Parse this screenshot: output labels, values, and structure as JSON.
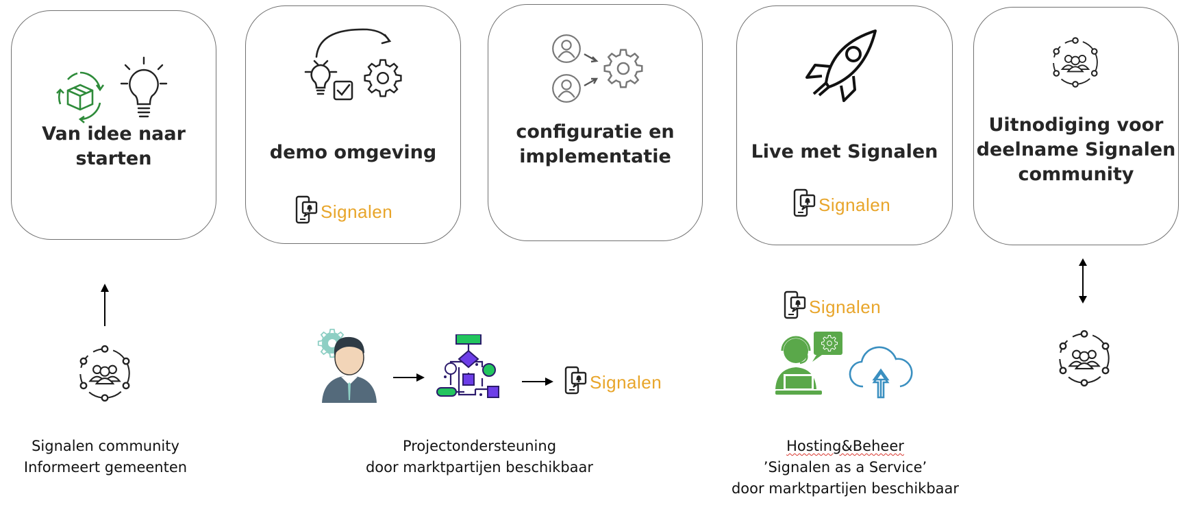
{
  "cards": [
    {
      "title": "Van idee naar\nstarten"
    },
    {
      "title": "demo omgeving"
    },
    {
      "title": "configuratie en\nimplementatie"
    },
    {
      "title": "Live met Signalen"
    },
    {
      "title": "Uitnodiging voor\ndeelname Signalen\ncommunity"
    }
  ],
  "brand": {
    "logo_text": "Signalen",
    "logo_color": "#e8a52a"
  },
  "captions": {
    "community": [
      "Signalen community",
      "Informeert gemeenten"
    ],
    "project": [
      "Projectondersteuning",
      "door marktpartijen beschikbaar"
    ],
    "hosting_title": "Hosting&Beheer",
    "hosting": [
      "’Signalen as a Service’",
      "door marktpartijen beschikbaar"
    ]
  },
  "colors": {
    "card_border": "#707070",
    "accent_green": "#2e8b3a",
    "person_green": "#5aa84a",
    "cloud_blue": "#3a8fc0",
    "flow_purple": "#5b2fd6",
    "flow_green": "#22c55e"
  }
}
